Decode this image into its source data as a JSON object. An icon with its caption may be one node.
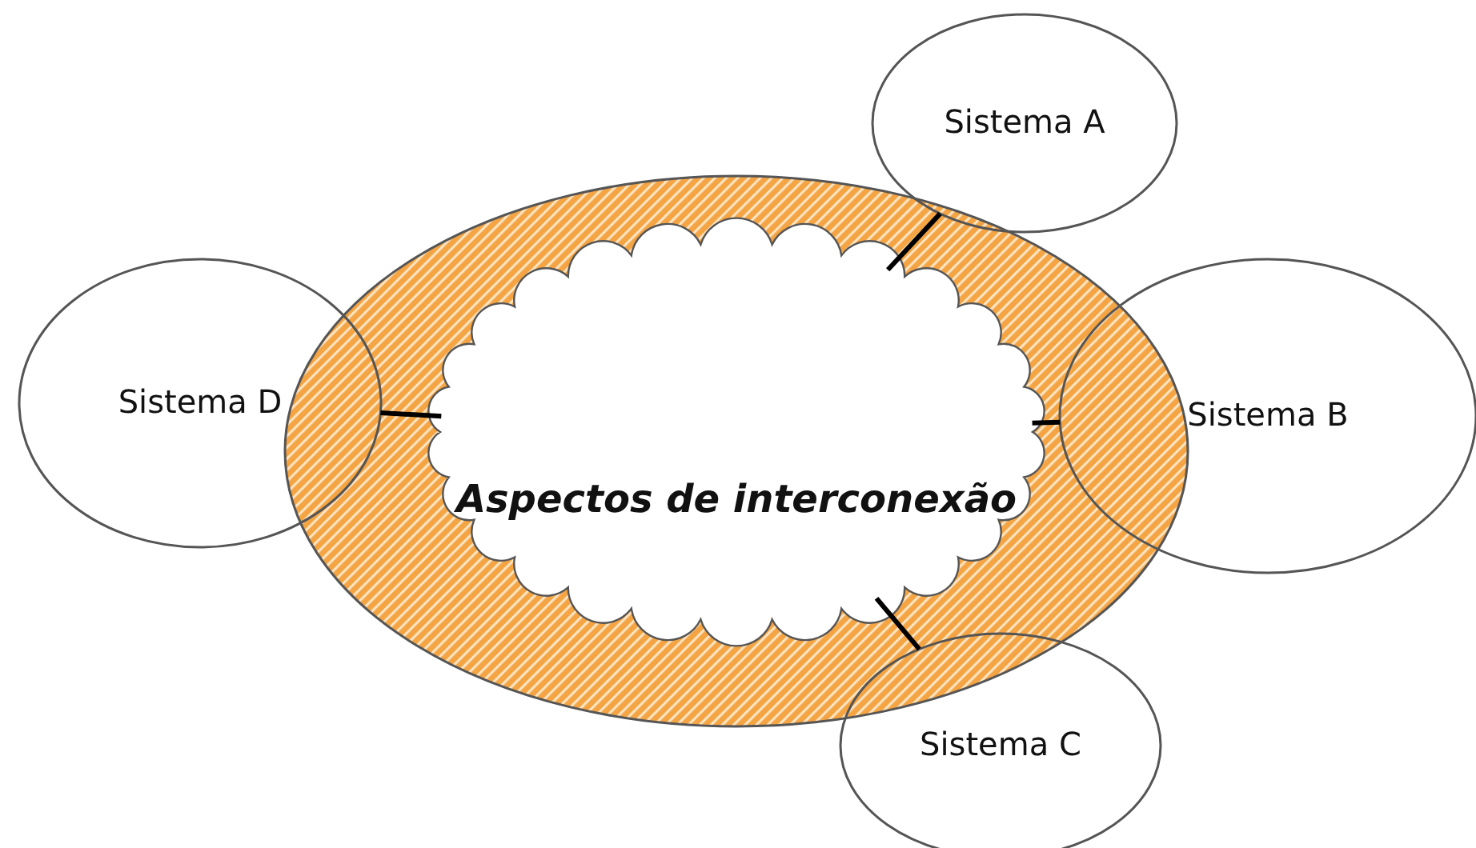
{
  "diagram": {
    "nodes": [
      {
        "text": [],
        "shape": "ellipse"
      },
      {
        "text": [
          "Aspectos de interconexão"
        ],
        "in": 0
      },
      {
        "text": [
          "Sistema A"
        ]
      },
      {
        "text": [
          "Sistema D"
        ]
      },
      {
        "text": [
          "Sistema B"
        ]
      },
      {
        "text": [
          "Sistema C"
        ]
      }
    ],
    "edges": [
      {
        "from": 1,
        "to": 2,
        "arrow": "none"
      },
      {
        "from": 1,
        "to": 3,
        "arrow": "none"
      },
      {
        "from": 1,
        "to": 4,
        "arrow": "none"
      },
      {
        "from": 1,
        "to": 5,
        "arrow": "none"
      }
    ]
  }
}
